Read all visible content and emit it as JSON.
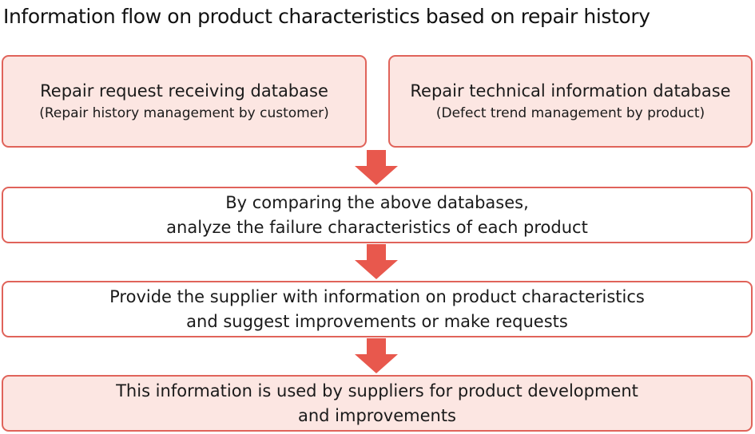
{
  "title": "Information flow on product characteristics based on repair history",
  "databases": [
    {
      "name": "Repair request receiving database",
      "detail": "(Repair history management by customer)"
    },
    {
      "name": "Repair technical information database",
      "detail": "(Defect trend management by product)"
    }
  ],
  "steps": [
    {
      "line1": "By comparing the above databases,",
      "line2": "analyze the failure characteristics of each product"
    },
    {
      "line1": "Provide the supplier with information on product characteristics",
      "line2": "and suggest improvements or make requests"
    },
    {
      "line1": "This information is used by suppliers for product development",
      "line2": "and improvements"
    }
  ],
  "colors": {
    "border": "#e0635a",
    "arrow": "#e8584d",
    "highlight_fill": "#fce6e2"
  }
}
